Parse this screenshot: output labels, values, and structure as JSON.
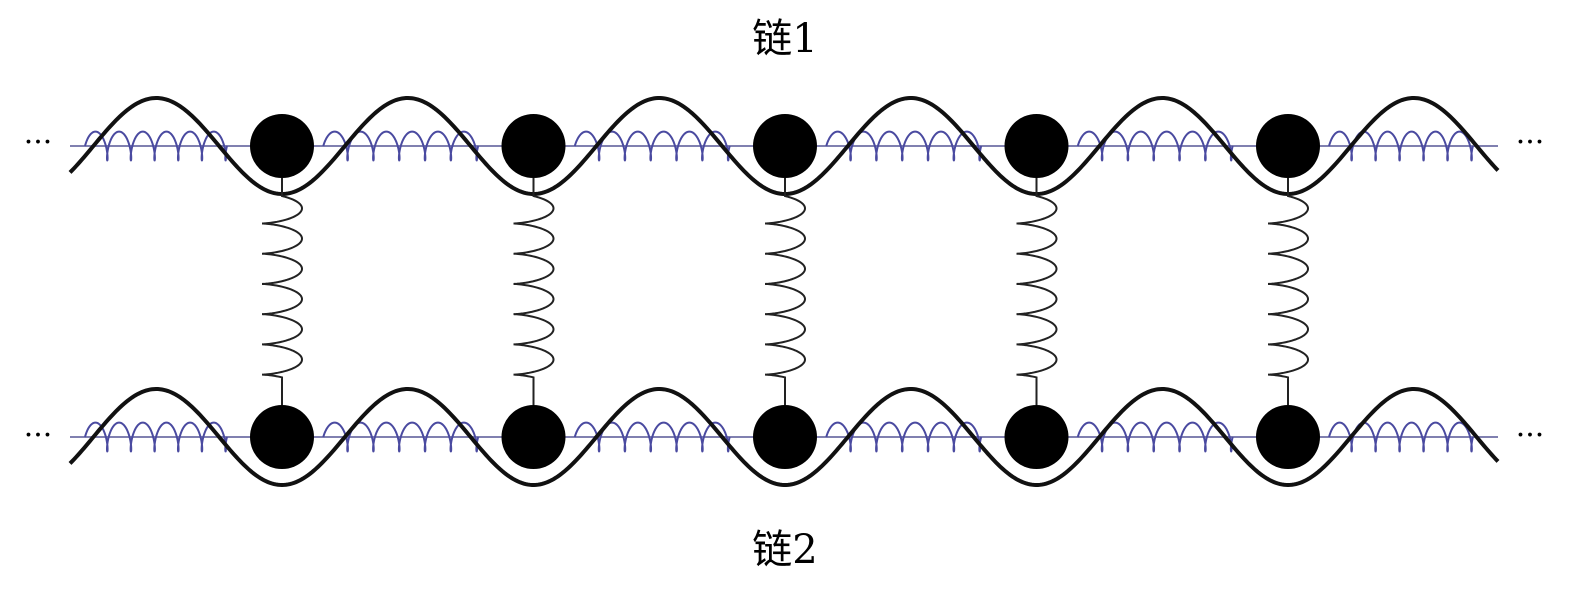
{
  "chain1_label": "链1",
  "chain2_label": "链2",
  "ellipsis": "···",
  "masses_per_chain": 5,
  "colors": {
    "mass": "#000000",
    "wave": "#111111",
    "horizontal_spring": "#4a4aa0",
    "vertical_spring": "#222222",
    "axis_line": "#8080b0"
  }
}
